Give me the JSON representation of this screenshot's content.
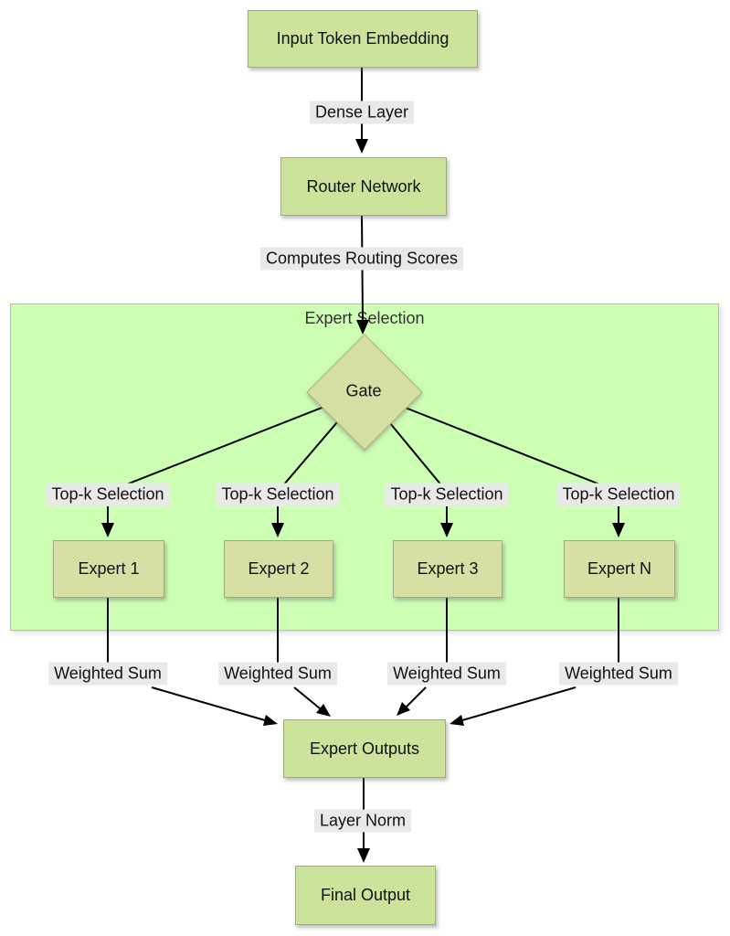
{
  "diagram": {
    "container": {
      "title": "Expert Selection"
    },
    "nodes": {
      "input_embedding": {
        "label": "Input Token Embedding"
      },
      "router_network": {
        "label": "Router Network"
      },
      "gate": {
        "label": "Gate"
      },
      "experts": [
        {
          "label": "Expert 1"
        },
        {
          "label": "Expert 2"
        },
        {
          "label": "Expert 3"
        },
        {
          "label": "Expert N"
        }
      ],
      "expert_outputs": {
        "label": "Expert Outputs"
      },
      "final_output": {
        "label": "Final Output"
      }
    },
    "edge_labels": {
      "dense_layer": "Dense Layer",
      "computes_routing_scores": "Computes Routing Scores",
      "topk": [
        "Top-k Selection",
        "Top-k Selection",
        "Top-k Selection",
        "Top-k Selection"
      ],
      "weighted": [
        "Weighted Sum",
        "Weighted Sum",
        "Weighted Sum",
        "Weighted Sum"
      ],
      "layer_norm": "Layer Norm"
    },
    "colors": {
      "node_fill": "#cbe39b",
      "expert_fill": "#d7dfa4",
      "container_fill": "#ccffb3",
      "edge_label_bg": "#e9e9e9",
      "line": "#000000"
    }
  }
}
